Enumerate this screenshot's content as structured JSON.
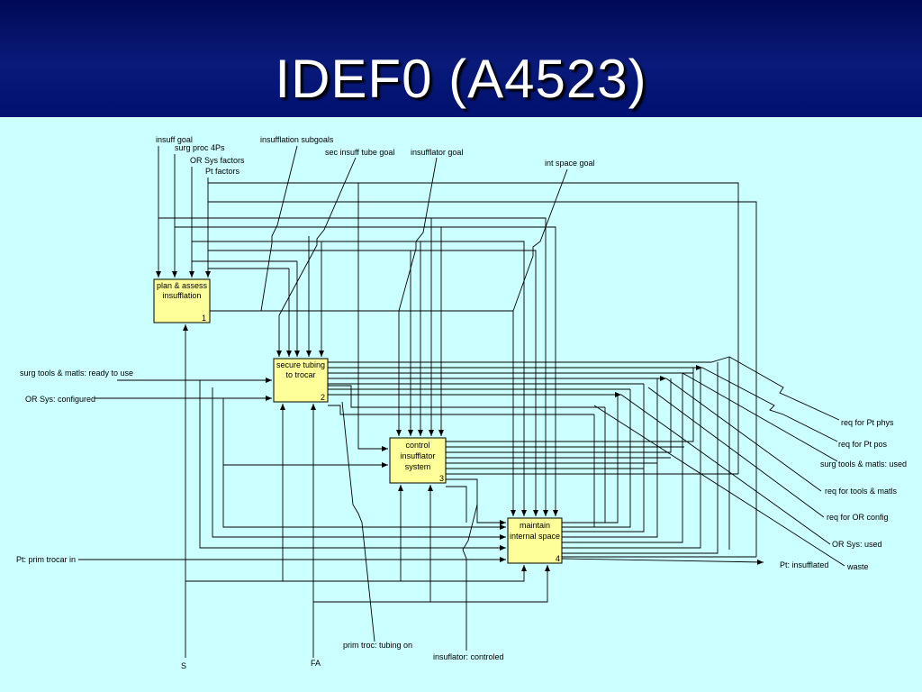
{
  "title": "IDEF0 (A4523)",
  "boxes": [
    {
      "id": "1",
      "lines": [
        "plan & assess",
        "insufflation"
      ],
      "num": "1"
    },
    {
      "id": "2",
      "lines": [
        "secure tubing",
        "to trocar"
      ],
      "num": "2"
    },
    {
      "id": "3",
      "lines": [
        "control",
        "insufflator",
        "system"
      ],
      "num": "3"
    },
    {
      "id": "4",
      "lines": [
        "maintain",
        "internal space"
      ],
      "num": "4"
    }
  ],
  "controls": {
    "insuff_goal": "insuff goal",
    "surg_proc": "surg proc 4Ps",
    "or_sys_factors": "OR Sys factors",
    "pt_factors": "Pt factors",
    "insufflation_subgoals": "insufflation subgoals",
    "sec_insuff_tube_goal": "sec insuff tube goal",
    "insufflator_goal": "insufflator goal",
    "int_space_goal": "int space goal"
  },
  "inputs": {
    "surg_tools_ready": "surg tools & matls: ready to use",
    "or_sys_configured": "OR Sys: configured",
    "pt_prim_trocar_in": "Pt: prim trocar in"
  },
  "outputs": {
    "req_pt_phys": "req for Pt phys",
    "req_pt_pos": "req for Pt pos",
    "surg_tools_used": "surg tools & matls: used",
    "req_tools_matls": "req for tools & matls",
    "req_or_config": "req for OR config",
    "or_sys_used": "OR Sys: used",
    "pt_insufflated": "Pt: insufflated",
    "waste": "waste"
  },
  "mechanisms": {
    "s": "S",
    "fa": "FA",
    "prim_troc_tubing_on": "prim troc: tubing on",
    "insufflator_controled": "insuflator: controled"
  }
}
